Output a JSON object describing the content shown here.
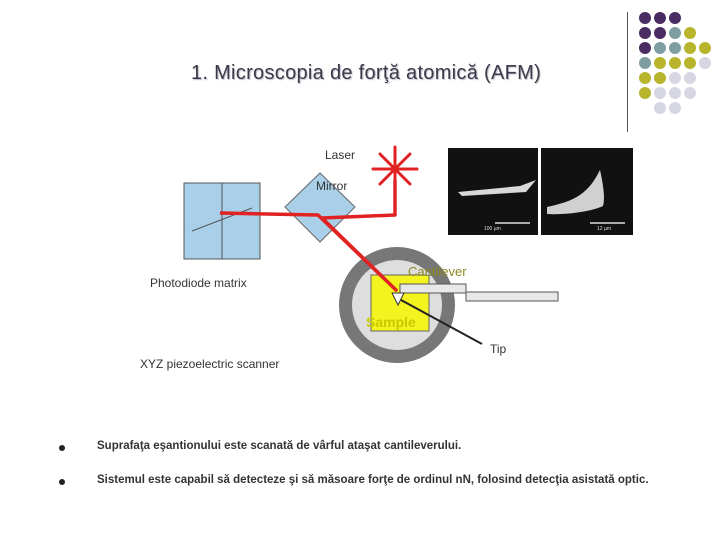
{
  "slide": {
    "title": "1. Microscopia de forţă atomică (AFM)"
  },
  "diagram": {
    "labels": {
      "laser": "Laser",
      "mirror": "Mirror",
      "cantilever": "Cantilever",
      "photodiode": "Photodiode matrix",
      "sample": "Sample",
      "tip": "Tip",
      "scanner": "XYZ piezoelectric scanner"
    },
    "micrograph_scales": {
      "left": "100 µm",
      "right": "12 µm"
    }
  },
  "bullets": [
    {
      "text": "Suprafaţa eşantionului este scanată de vârful ataşat cantileverului."
    },
    {
      "text": "Sistemul este capabil să detecteze şi să măsoare forţe de ordinul nN,  folosind detecţia asistată optic."
    }
  ],
  "colors": {
    "purple": "#4b2c62",
    "teal": "#7f9ea2",
    "olive": "#b8b52c",
    "lavender": "#d7d6e3",
    "laser_beam": "#e02222",
    "sample_yellow": "#f3f320",
    "mirror_blue": "#a9cfe9"
  }
}
